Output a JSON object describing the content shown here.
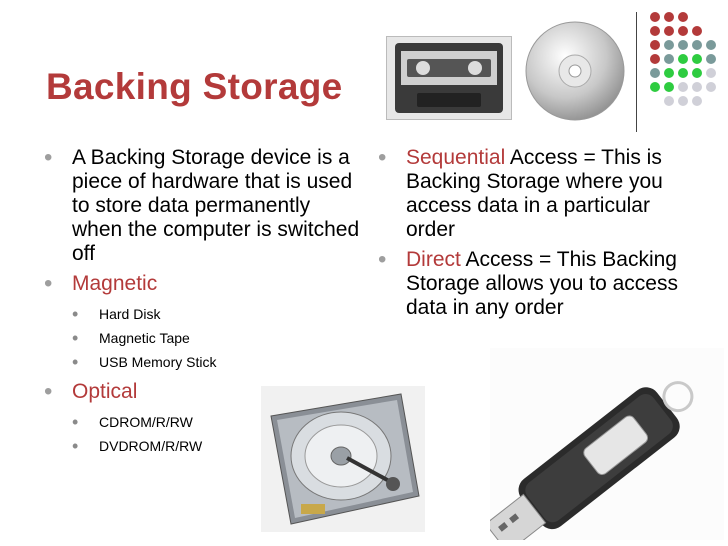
{
  "slide": {
    "title": "Backing Storage",
    "left": {
      "intro": "A Backing Storage device is a piece of hardware that is used to store data permanently when the computer is switched off",
      "magnetic": {
        "label": "Magnetic",
        "items": [
          "Hard Disk",
          "Magnetic Tape",
          "USB Memory Stick"
        ]
      },
      "optical": {
        "label": "Optical",
        "items": [
          "CDROM/R/RW",
          "DVDROM/R/RW"
        ]
      }
    },
    "right": {
      "sequential": {
        "term": "Sequential",
        "rest": " Access = This is Backing Storage where you access data in a particular order"
      },
      "direct": {
        "term": "Direct",
        "rest": " Access = This Backing Storage allows you to access data in any order"
      }
    },
    "colors": {
      "accent_red": "#b33a3a",
      "dot_gray": "#7a9a9a",
      "dot_green": "#2ecc40",
      "dot_light": "#d0d0d8"
    },
    "images": [
      "cassette-tape-image",
      "cd-disc-image",
      "hard-disk-image",
      "usb-stick-image"
    ]
  }
}
